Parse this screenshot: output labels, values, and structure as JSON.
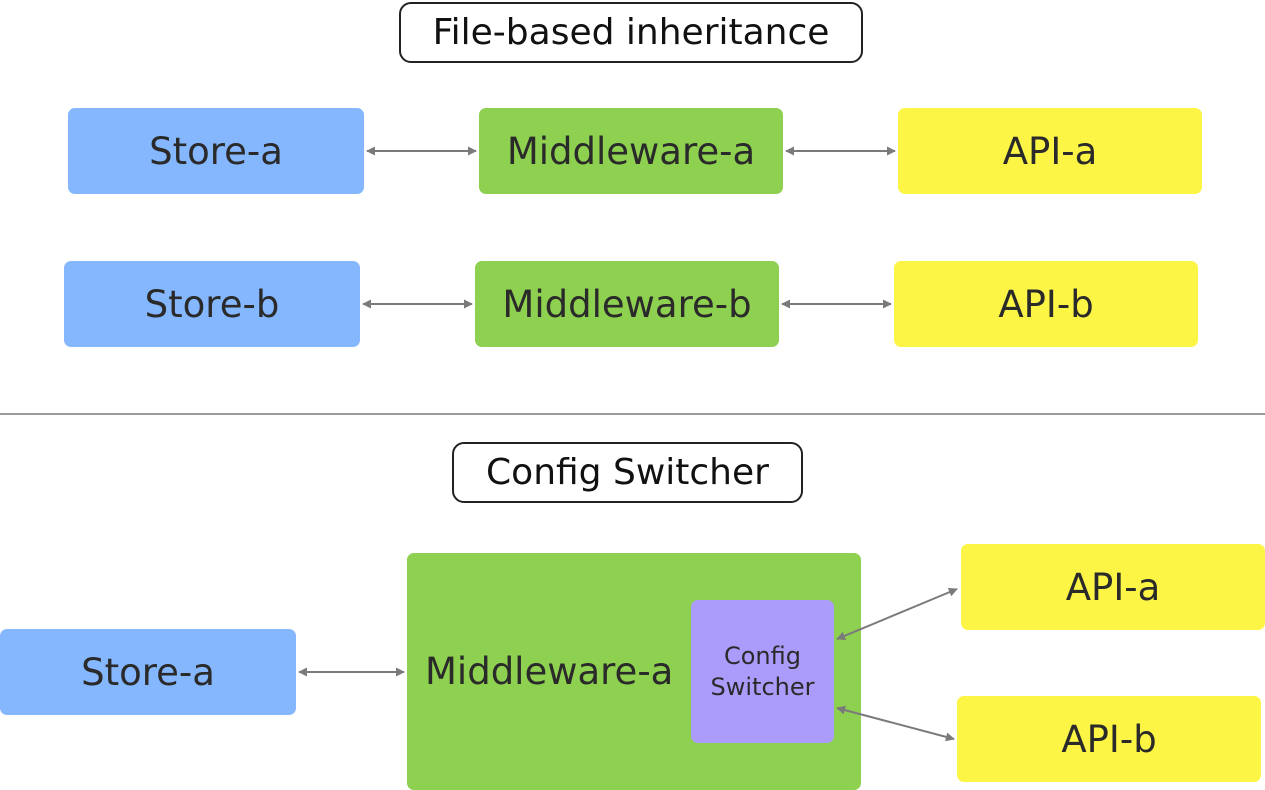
{
  "top": {
    "title": "File-based inheritance",
    "row_a": {
      "store": "Store-a",
      "middleware": "Middleware-a",
      "api": "API-a"
    },
    "row_b": {
      "store": "Store-b",
      "middleware": "Middleware-b",
      "api": "API-b"
    }
  },
  "bottom": {
    "title": "Config Switcher",
    "store": "Store-a",
    "middleware": "Middleware-a",
    "switcher": {
      "line1": "Config",
      "line2": "Switcher"
    },
    "api_a": "API-a",
    "api_b": "API-b"
  },
  "colors": {
    "store": "#85b7ff",
    "middleware": "#8ed04f",
    "api": "#fdf545",
    "switcher": "#ab9cfb",
    "arrow": "#7a7a7a",
    "divider": "#9a9a9a"
  }
}
